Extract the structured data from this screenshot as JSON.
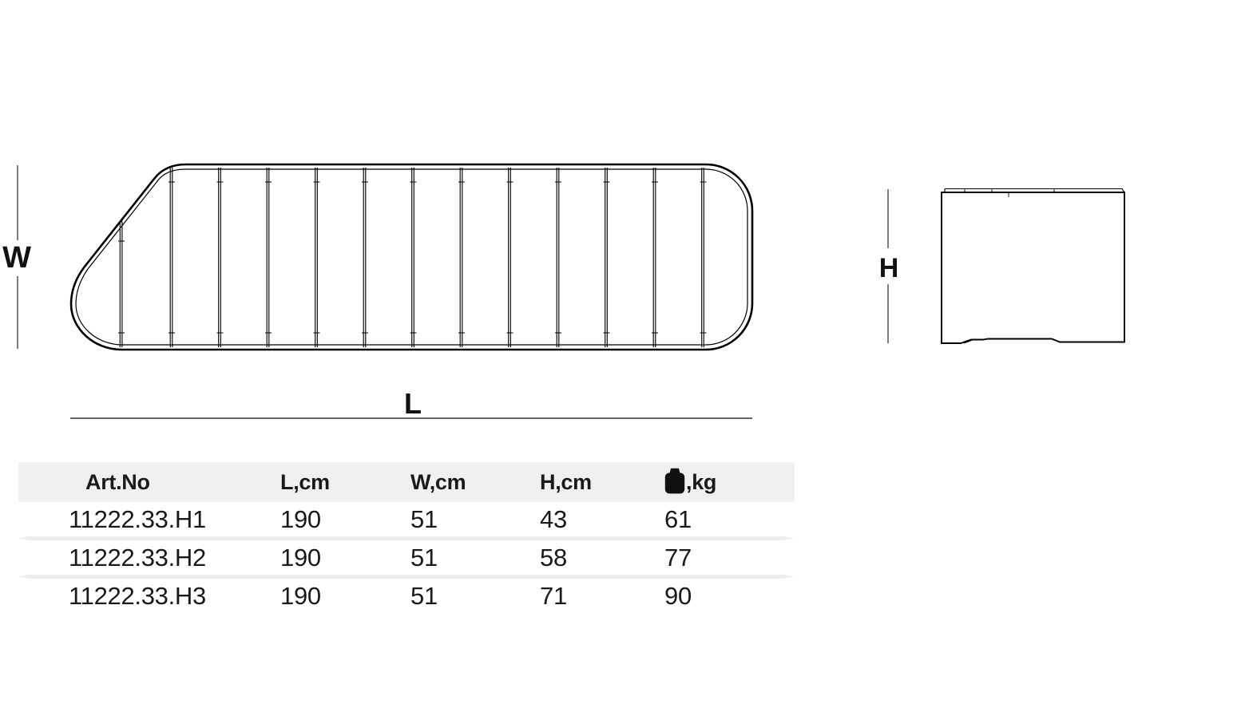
{
  "diagram": {
    "top_view_label_w": "W",
    "top_view_label_l": "L",
    "side_view_label_h": "H"
  },
  "table": {
    "headers": {
      "art_no": "Art.No",
      "l": "L,cm",
      "w": "W,cm",
      "h": "H,cm",
      "kg_suffix": ",kg"
    },
    "icons": {
      "weight": "weight-icon"
    },
    "rows": [
      {
        "art_no": "11222.33.H1",
        "l": "190",
        "w": "51",
        "h": "43",
        "kg": "61"
      },
      {
        "art_no": "11222.33.H2",
        "l": "190",
        "w": "51",
        "h": "58",
        "kg": "77"
      },
      {
        "art_no": "11222.33.H3",
        "l": "190",
        "w": "51",
        "h": "71",
        "kg": "90"
      }
    ]
  },
  "colors": {
    "line": "#000000",
    "dimension_line": "#444444",
    "header_bg": "#f0f0f0",
    "separator": "#ededed",
    "text": "#1a1a1a"
  }
}
